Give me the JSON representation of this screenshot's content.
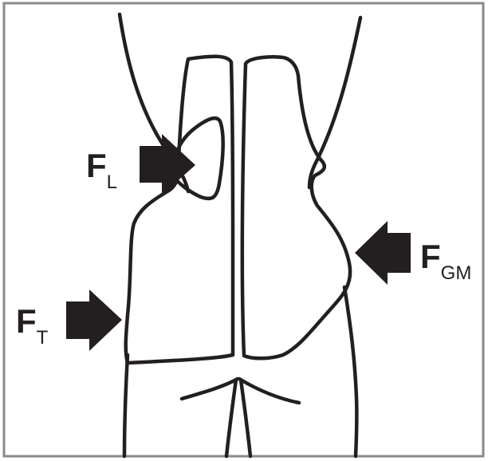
{
  "figure": {
    "colors": {
      "ink": "#231f20",
      "frame": "#8a8a8a",
      "background": "#ffffff"
    },
    "forces": [
      {
        "id": "lateral",
        "symbol": "F",
        "subscript": "L",
        "direction": "right"
      },
      {
        "id": "gluteus-medius",
        "symbol": "F",
        "subscript": "GM",
        "direction": "left"
      },
      {
        "id": "thigh",
        "symbol": "F",
        "subscript": "T",
        "direction": "right"
      }
    ]
  }
}
